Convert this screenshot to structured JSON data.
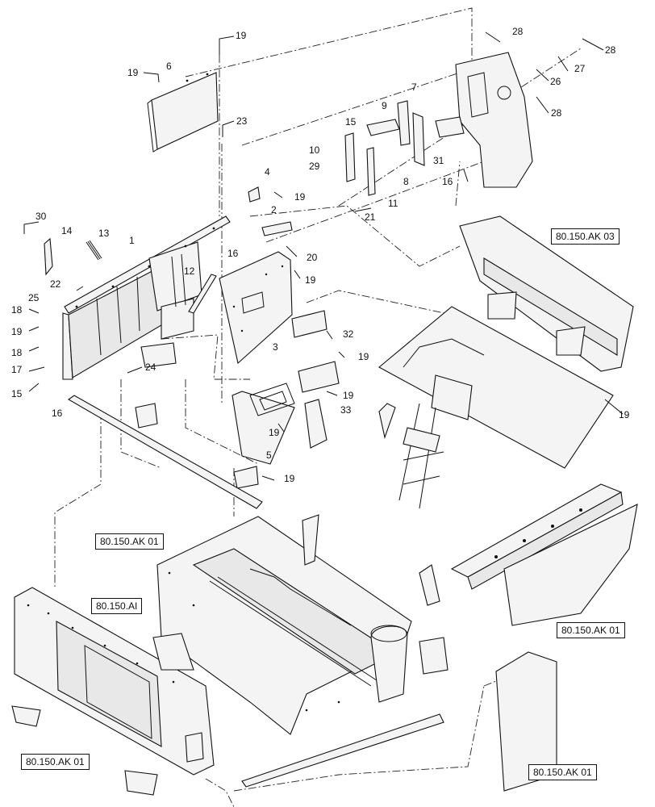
{
  "callouts": [
    {
      "id": "c6",
      "label": "6"
    },
    {
      "id": "c19a",
      "label": "19"
    },
    {
      "id": "c19b",
      "label": "19"
    },
    {
      "id": "c23",
      "label": "23"
    },
    {
      "id": "c4",
      "label": "4"
    },
    {
      "id": "c19c",
      "label": "19"
    },
    {
      "id": "c2",
      "label": "2"
    },
    {
      "id": "c20",
      "label": "20"
    },
    {
      "id": "c19d",
      "label": "19"
    },
    {
      "id": "c30",
      "label": "30"
    },
    {
      "id": "c14",
      "label": "14"
    },
    {
      "id": "c13",
      "label": "13"
    },
    {
      "id": "c1",
      "label": "1"
    },
    {
      "id": "c16a",
      "label": "16"
    },
    {
      "id": "c12",
      "label": "12"
    },
    {
      "id": "c22",
      "label": "22"
    },
    {
      "id": "c25",
      "label": "25"
    },
    {
      "id": "c18a",
      "label": "18"
    },
    {
      "id": "c19e",
      "label": "19"
    },
    {
      "id": "c18b",
      "label": "18"
    },
    {
      "id": "c17",
      "label": "17"
    },
    {
      "id": "c15a",
      "label": "15"
    },
    {
      "id": "c24",
      "label": "24"
    },
    {
      "id": "c3",
      "label": "3"
    },
    {
      "id": "c32",
      "label": "32"
    },
    {
      "id": "c19f",
      "label": "19"
    },
    {
      "id": "c19g",
      "label": "19"
    },
    {
      "id": "c19h",
      "label": "19"
    },
    {
      "id": "c33",
      "label": "33"
    },
    {
      "id": "c5",
      "label": "5"
    },
    {
      "id": "c19i",
      "label": "19"
    },
    {
      "id": "c16b",
      "label": "16"
    },
    {
      "id": "c28a",
      "label": "28"
    },
    {
      "id": "c28b",
      "label": "28"
    },
    {
      "id": "c27",
      "label": "27"
    },
    {
      "id": "c26",
      "label": "26"
    },
    {
      "id": "c28c",
      "label": "28"
    },
    {
      "id": "c7",
      "label": "7"
    },
    {
      "id": "c9",
      "label": "9"
    },
    {
      "id": "c15b",
      "label": "15"
    },
    {
      "id": "c10",
      "label": "10"
    },
    {
      "id": "c29",
      "label": "29"
    },
    {
      "id": "c31",
      "label": "31"
    },
    {
      "id": "c8",
      "label": "8"
    },
    {
      "id": "c16c",
      "label": "16"
    },
    {
      "id": "c11",
      "label": "11"
    },
    {
      "id": "c21",
      "label": "21"
    },
    {
      "id": "c19j",
      "label": "19"
    }
  ],
  "references": [
    {
      "id": "r1",
      "label": "80.150.AK 03"
    },
    {
      "id": "r2",
      "label": "80.150.AK 01"
    },
    {
      "id": "r3",
      "label": "80.150.AI"
    },
    {
      "id": "r4",
      "label": "80.150.AK 01"
    },
    {
      "id": "r5",
      "label": "80.150.AK 01"
    },
    {
      "id": "r6",
      "label": "80.150.AK 01"
    }
  ]
}
